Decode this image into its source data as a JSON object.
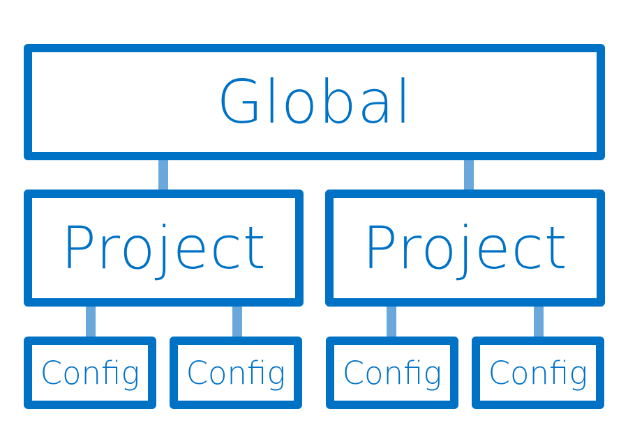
{
  "diagram": {
    "root": {
      "label": "Global"
    },
    "projects": [
      {
        "label": "Project",
        "configs": [
          {
            "label": "Config"
          },
          {
            "label": "Config"
          }
        ]
      },
      {
        "label": "Project",
        "configs": [
          {
            "label": "Config"
          },
          {
            "label": "Config"
          }
        ]
      }
    ]
  },
  "colors": {
    "box_border": "#0072c6",
    "text": "#0072c6",
    "connector": "#6aa8db",
    "background": "#ffffff"
  }
}
